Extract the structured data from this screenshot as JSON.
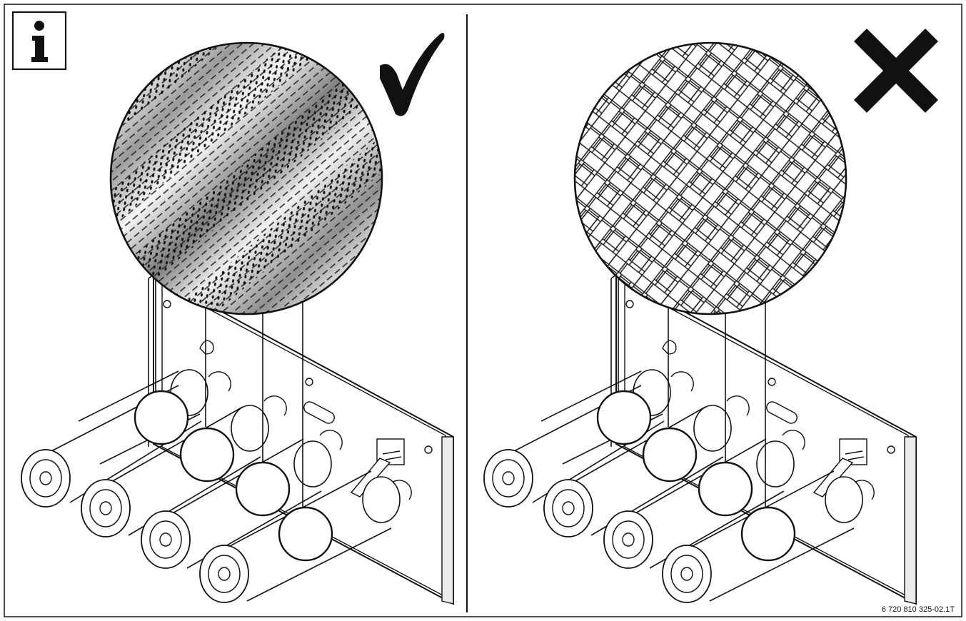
{
  "figure": {
    "id_label": "6 720 810 325-02.1T",
    "info_icon": "info-icon",
    "panels": [
      {
        "name": "correct-panel",
        "verdict_icon": "checkmark-icon",
        "inset_texture": "perforated-sheet"
      },
      {
        "name": "incorrect-panel",
        "verdict_icon": "cross-icon",
        "inset_texture": "woven-mesh"
      }
    ]
  },
  "colors": {
    "ink": "#111111",
    "frame": "#333333",
    "halftone_light": "#f4f4f4",
    "halftone_dark": "#6e6e6e"
  }
}
